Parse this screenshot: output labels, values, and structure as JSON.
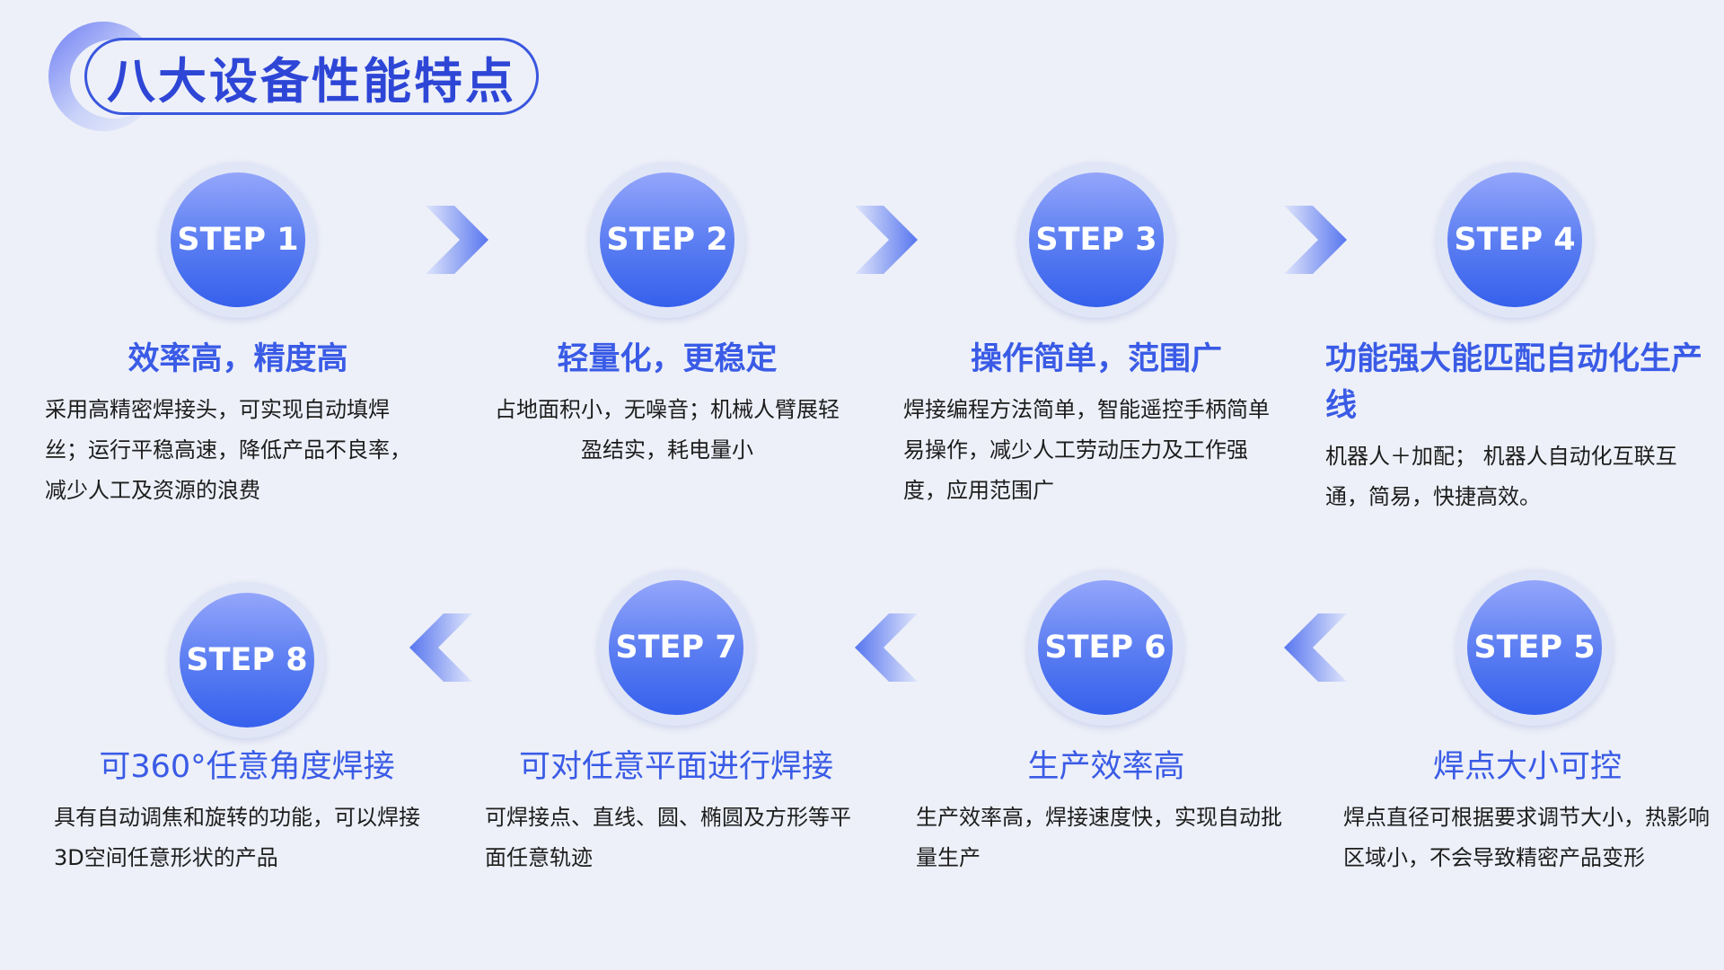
{
  "title": "八大设备性能特点",
  "steps": [
    {
      "label": "STEP 1",
      "heading": "效率高，精度高",
      "desc": "采用高精密焊接头，可实现自动填焊丝；运行平稳高速，降低产品不良率，减少人工及资源的浪费"
    },
    {
      "label": "STEP 2",
      "heading": "轻量化，更稳定",
      "desc": "占地面积小，无噪音；机械人臂展轻盈结实，耗电量小"
    },
    {
      "label": "STEP 3",
      "heading": "操作简单，范围广",
      "desc": "焊接编程方法简单，智能遥控手柄简单易操作，减少人工劳动压力及工作强度，应用范围广"
    },
    {
      "label": "STEP 4",
      "heading": "功能强大能匹配自动化生产线",
      "desc": "机器人＋加配； 机器人自动化互联互通，简易，快捷高效。"
    },
    {
      "label": "STEP 5",
      "heading": "焊点大小可控",
      "desc": "焊点直径可根据要求调节大小，热影响区域小，不会导致精密产品变形"
    },
    {
      "label": "STEP 6",
      "heading": "生产效率高",
      "desc": "生产效率高，焊接速度快，实现自动批量生产"
    },
    {
      "label": "STEP 7",
      "heading": "可对任意平面进行焊接",
      "desc": "可焊接点、直线、圆、椭圆及方形等平面任意轨迹"
    },
    {
      "label": "STEP 8",
      "heading": "可360°任意角度焊接",
      "desc": "具有自动调焦和旋转的功能，可以焊接3D空间任意形状的产品"
    }
  ],
  "colors": {
    "accent": "#3a5be6",
    "title": "#2e46d6",
    "background": "#edf0f8"
  },
  "icons": {
    "forward": "chevron-right-icon",
    "backward": "chevron-left-icon"
  }
}
